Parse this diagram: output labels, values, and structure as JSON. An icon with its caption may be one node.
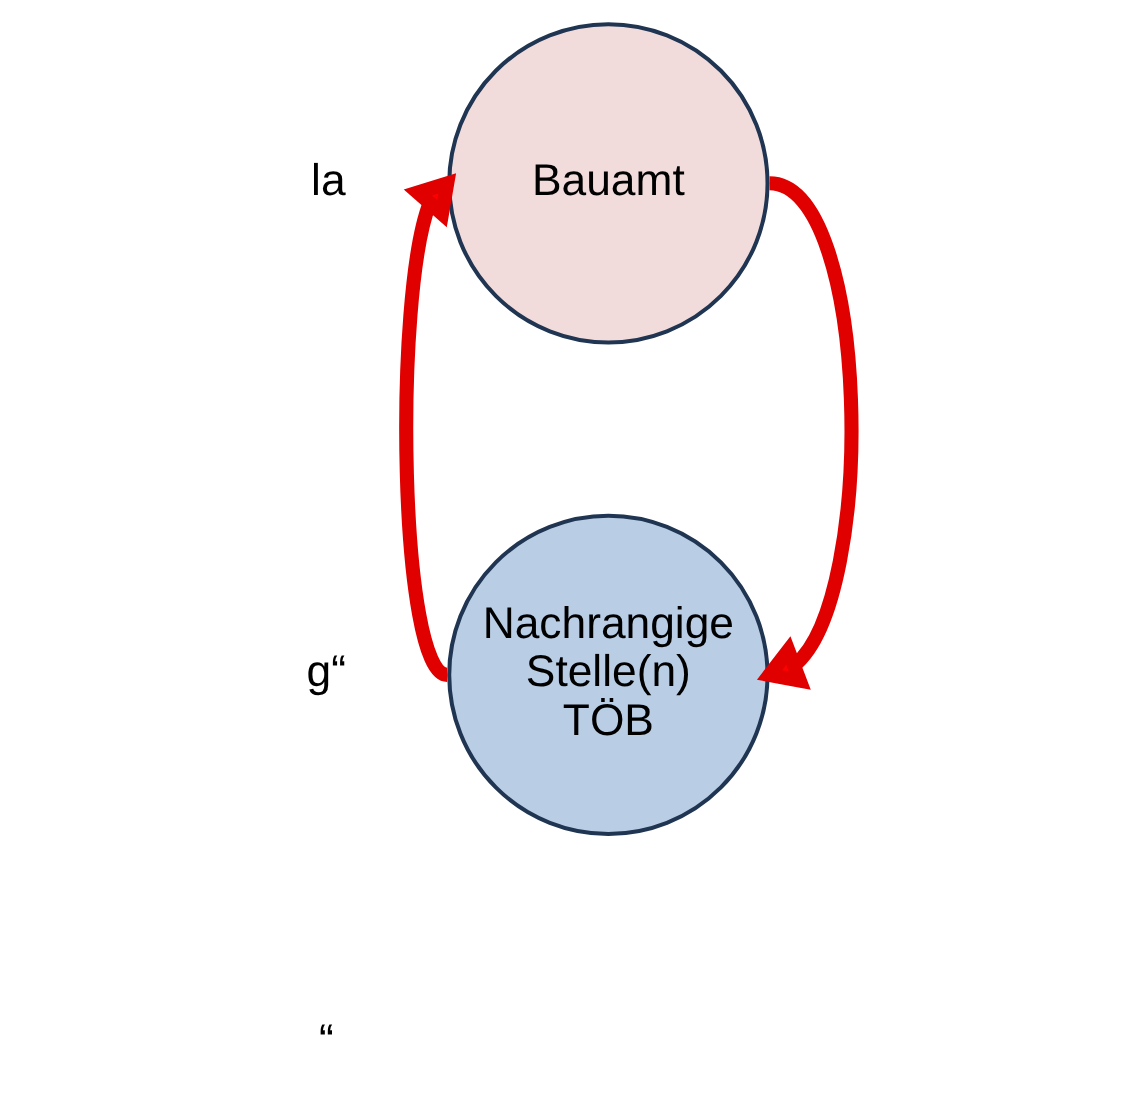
{
  "diagram": {
    "nodes": [
      {
        "text": [
          "Bauamt"
        ]
      },
      {
        "text": [
          "Nachrangige Stelle(n) TÖB"
        ]
      }
    ],
    "edges": [
      {
        "from": 0,
        "to": 1,
        "arrow": "to"
      },
      {
        "from": 1,
        "to": 0,
        "arrow": "to"
      }
    ],
    "labels": [
      "la",
      "g“",
      "“"
    ]
  }
}
